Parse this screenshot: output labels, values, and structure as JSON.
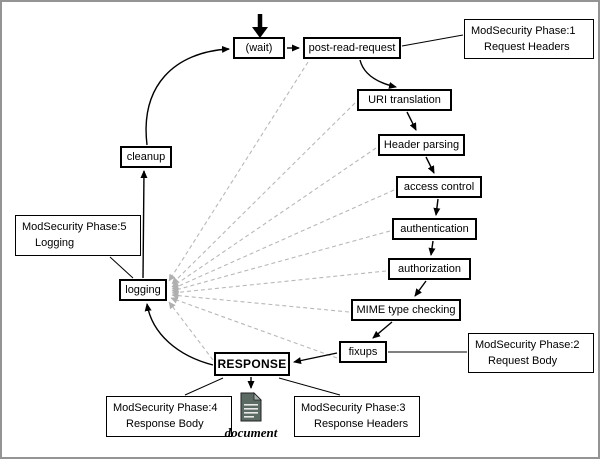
{
  "colors": {
    "background": "#ffffff",
    "frame": "#949494",
    "node_border": "#000000",
    "solid_arrow": "#000000",
    "dashed_line": "#b8b8b8"
  },
  "nodes": {
    "wait": "(wait)",
    "post_read_request": "post-read-request",
    "uri_translation": "URI translation",
    "header_parsing": "Header parsing",
    "access_control": "access control",
    "authentication": "authentication",
    "authorization": "authorization",
    "mime_type_checking": "MIME type checking",
    "fixups": "fixups",
    "response": "RESPONSE",
    "logging": "logging",
    "cleanup": "cleanup"
  },
  "annotations": {
    "phase1": {
      "title": "ModSecurity Phase:1",
      "subtitle": "Request Headers"
    },
    "phase2": {
      "title": "ModSecurity Phase:2",
      "subtitle": "Request Body"
    },
    "phase3": {
      "title": "ModSecurity Phase:3",
      "subtitle": "Response Headers"
    },
    "phase4": {
      "title": "ModSecurity Phase:4",
      "subtitle": "Response Body"
    },
    "phase5": {
      "title": "ModSecurity Phase:5",
      "subtitle": "Logging"
    }
  },
  "document_label": "document",
  "flow": [
    "(wait)",
    "post-read-request",
    "URI translation",
    "Header parsing",
    "access control",
    "authentication",
    "authorization",
    "MIME type checking",
    "fixups",
    "RESPONSE",
    "logging",
    "cleanup",
    "(wait)"
  ]
}
